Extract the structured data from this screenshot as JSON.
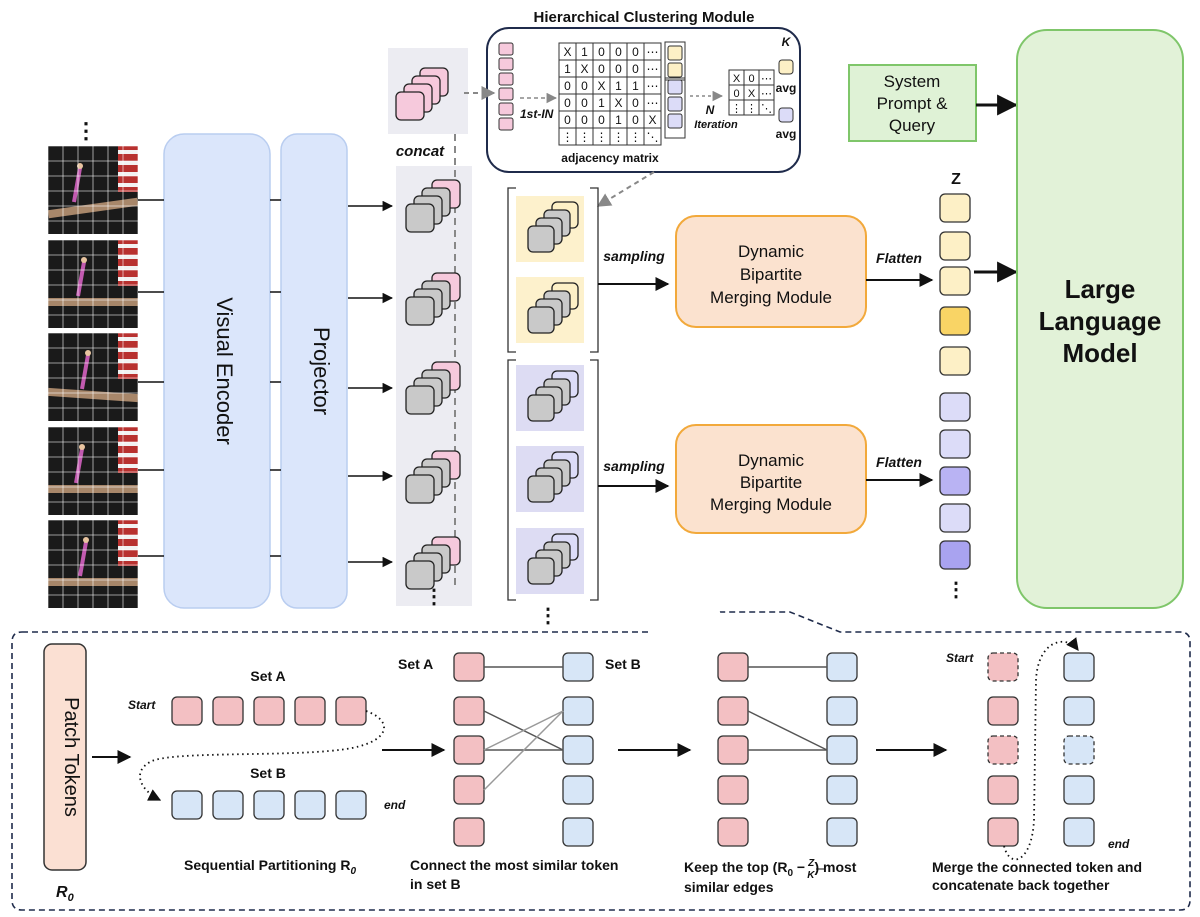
{
  "colors": {
    "encoder_fill": "#dbe6fb",
    "encoder_stroke": "#b9cdf0",
    "merge_fill": "#fbe2cf",
    "merge_stroke": "#f2a93b",
    "llm_fill": "#e2f2d8",
    "llm_stroke": "#7fc66a",
    "prompt_fill": "#dff2d6",
    "pink": "#f6c9dc",
    "token_red": "#f3c0c3",
    "token_blue": "#d7e6f7",
    "z_yellow_light": "#fdf0c6",
    "z_yellow": "#f9d465",
    "z_purple_light": "#dcdcf8",
    "z_purple": "#a9a3f0",
    "cluster_yellow_bg": "#fdf1cc",
    "cluster_purple_bg": "#dddcf3",
    "grey_token": "#c9c9c9",
    "panel_stroke": "#1f2b4b"
  },
  "labels": {
    "visual_encoder": "Visual Encoder",
    "projector": "Projector",
    "concat": "concat",
    "hcm_title": "Hierarchical Clustering Module",
    "first_in": "1st-IN",
    "n_iteration_1": "N",
    "n_iteration_2": "Iteration",
    "adjacency_matrix": "adjacency matrix",
    "k_label": "K",
    "avg_1": "avg",
    "avg_2": "avg",
    "system_prompt_1": "System",
    "system_prompt_2": "Prompt &",
    "system_prompt_3": "Query",
    "llm_1": "Large",
    "llm_2": "Language",
    "llm_3": "Model",
    "sampling_1": "sampling",
    "sampling_2": "sampling",
    "flatten_1": "Flatten",
    "flatten_2": "Flatten",
    "dbm_1": [
      "Dynamic",
      "Bipartite",
      "Merging Module"
    ],
    "dbm_2": [
      "Dynamic",
      "Bipartite",
      "Merging Module"
    ],
    "z_label": "Z",
    "patch_tokens": "Patch Tokens",
    "r0": "R",
    "r0_sub": "0",
    "set_a_1": "Set A",
    "set_b_1": "Set B",
    "set_a_2": "Set A",
    "set_b_2": "Set B",
    "start_1": "Start",
    "end_1": "end",
    "start_2": "Start",
    "end_2": "end",
    "cap_1": "Sequential  Partitioning R",
    "cap_1_sub": "0",
    "cap_2_l1": "Connect the most similar token",
    "cap_2_l2": "in set B",
    "cap_3_l1a": "Keep the top (R",
    "cap_3_sub": "0",
    "cap_3_l1b": " −",
    "cap_3_frac_num": "Z",
    "cap_3_frac_den": "K",
    "cap_3_l1c": ") most",
    "cap_3_l2": "similar edges",
    "cap_4_l1": "Merge the connected token and",
    "cap_4_l2": "concatenate back together",
    "ellipsis_v": "⋮"
  },
  "matrix_main": [
    [
      "X",
      "1",
      "0",
      "0",
      "0",
      "⋯"
    ],
    [
      "1",
      "X",
      "0",
      "0",
      "0",
      "⋯"
    ],
    [
      "0",
      "0",
      "X",
      "1",
      "1",
      "⋯"
    ],
    [
      "0",
      "0",
      "1",
      "X",
      "0",
      "⋯"
    ],
    [
      "0",
      "0",
      "0",
      "1",
      "0",
      "X",
      "⋯"
    ],
    [
      "⋮",
      "⋮",
      "⋮",
      "⋮",
      "⋮",
      "⋱"
    ]
  ],
  "matrix_small": [
    [
      "X",
      "0",
      "⋯"
    ],
    [
      "0",
      "X",
      "⋯"
    ],
    [
      "⋮",
      "⋮",
      "⋱"
    ]
  ]
}
